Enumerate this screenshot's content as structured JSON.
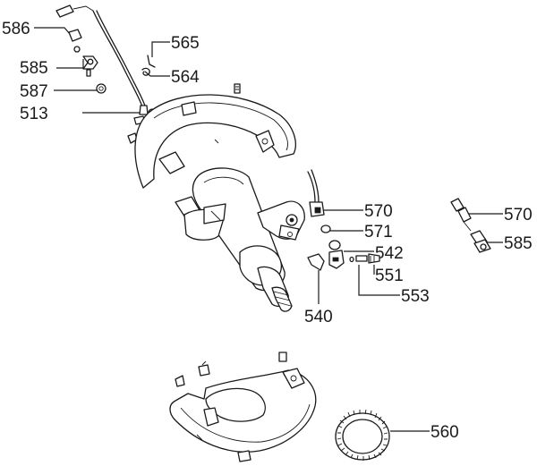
{
  "callouts": {
    "c586": "586",
    "c565": "565",
    "c585a": "585",
    "c564": "564",
    "c587": "587",
    "c513": "513",
    "c570a": "570",
    "c571": "571",
    "c542": "542",
    "c551": "551",
    "c553": "553",
    "c540": "540",
    "c570b": "570",
    "c585b": "585",
    "c560": "560"
  },
  "colors": {
    "line": "#1a1a1a",
    "fill": "#ffffff",
    "shade": "#e6e6e6"
  }
}
